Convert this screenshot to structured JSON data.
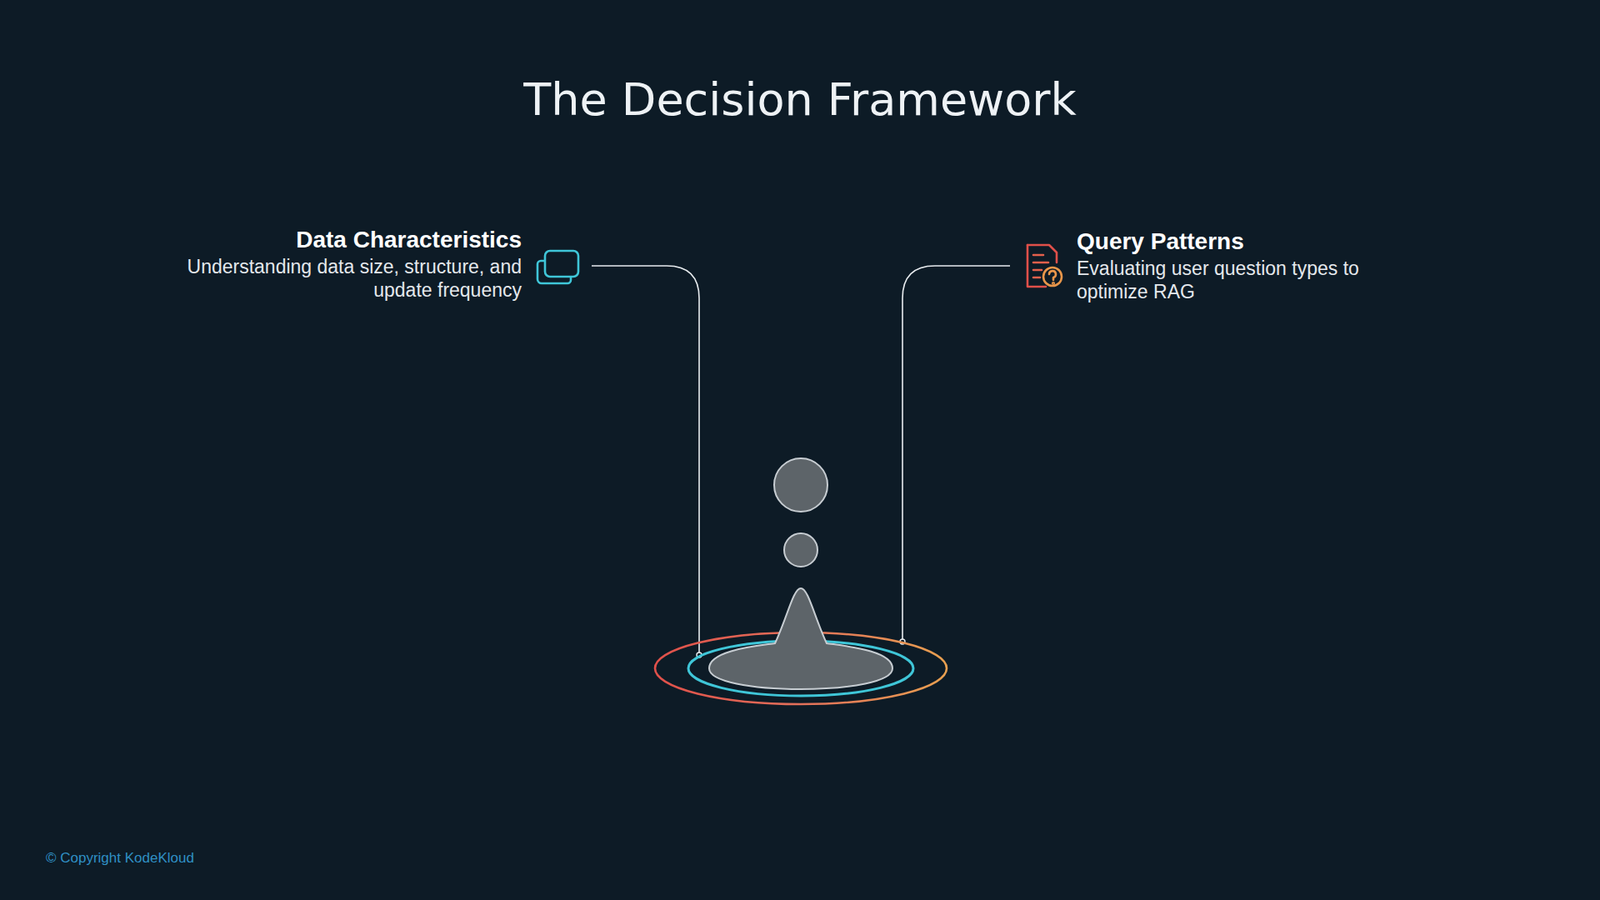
{
  "diagram": {
    "title": "The Decision Framework",
    "nodes": [
      {
        "text": [
          "Data Characteristics",
          "Understanding data size, structure, and update frequency"
        ]
      },
      {
        "text": [
          "Query Patterns",
          "Evaluating user question types to optimize RAG"
        ]
      }
    ],
    "labels": [
      "© Copyright KodeKloud"
    ]
  }
}
